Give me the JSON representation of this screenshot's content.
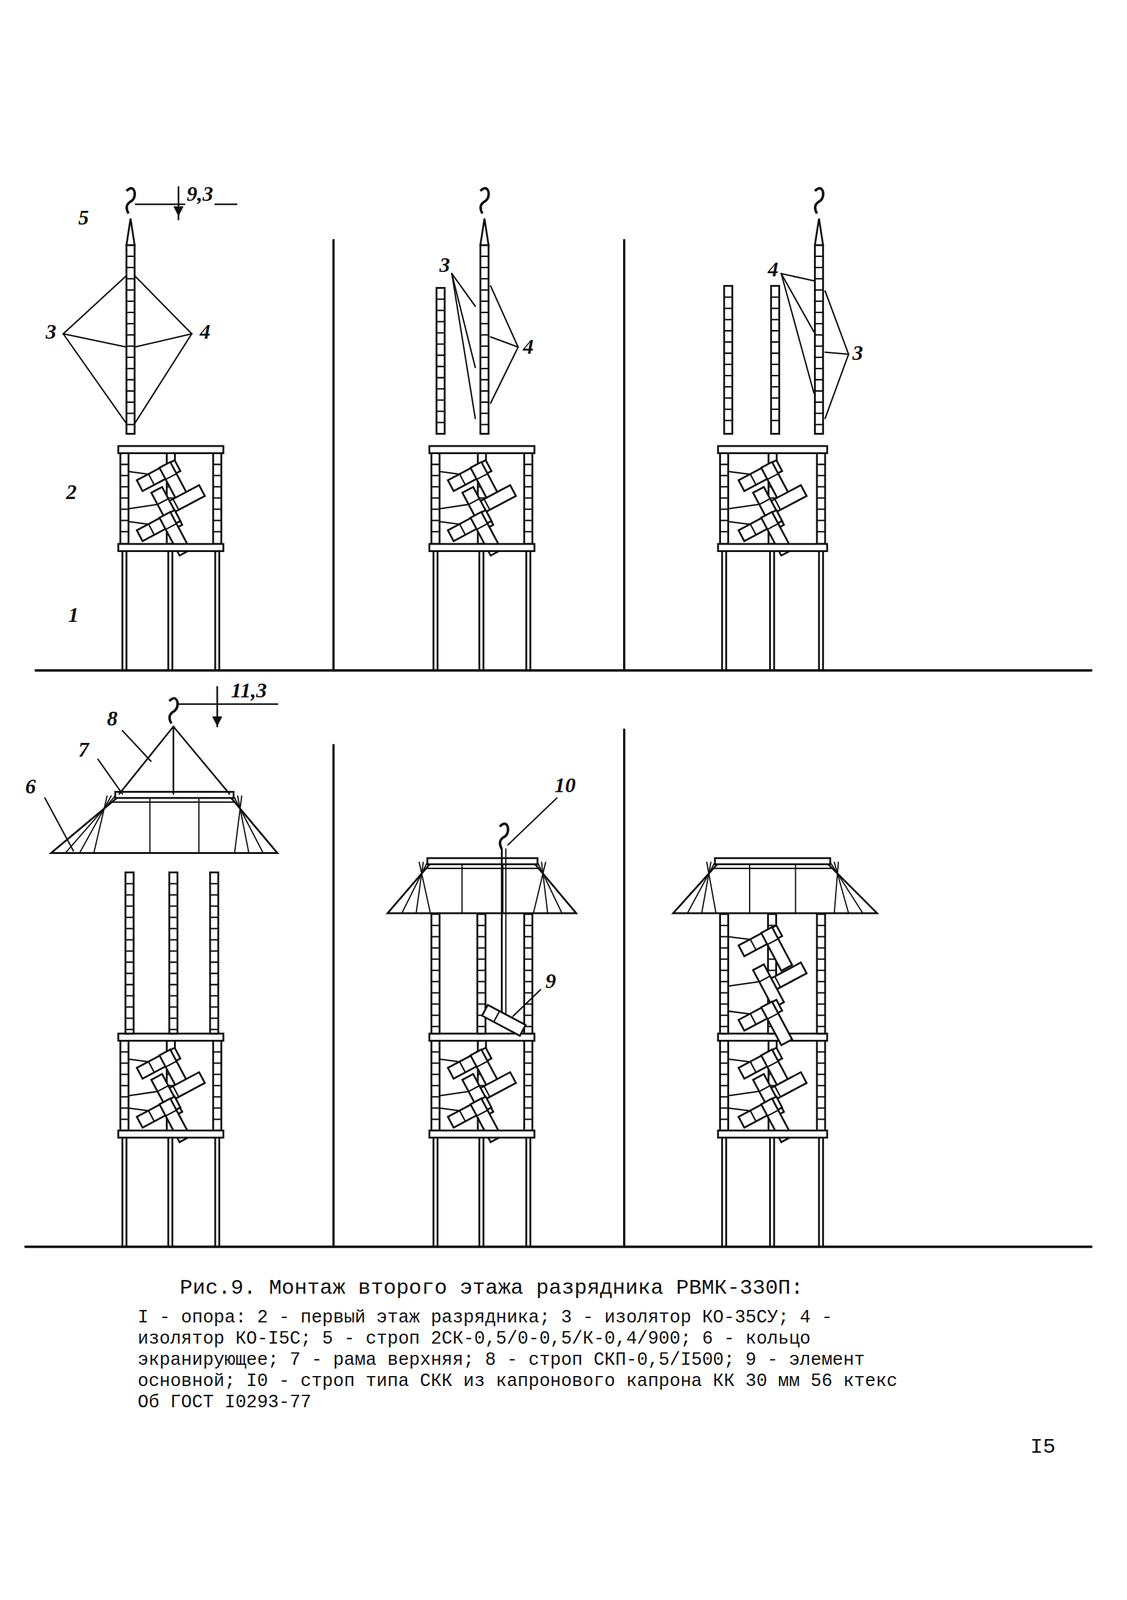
{
  "diagram": {
    "caption": "Рис.9. Монтаж второго этажа разрядника РВМК-330П:",
    "labels": [
      "9,3",
      "5",
      "3",
      "4",
      "3",
      "4",
      "4",
      "3",
      "2",
      "1",
      "11,3",
      "8",
      "7",
      "6",
      "10",
      "9",
      "I - опора: 2 - первый этаж разрядника; 3 - изолятор КО-35СУ; 4 - изолятор КО-I5С; 5 - строп 2СК-0,5/0-0,5/К-0,4/900; 6 - кольцо экранирующее; 7 - рама верхняя; 8 - строп СКП-0,5/I500; 9 - элемент основной; I0 - строп типа СКК из капронового капрона КК 30 мм 56 ктекс Об ГОСТ I0293-77",
      "I5"
    ]
  }
}
